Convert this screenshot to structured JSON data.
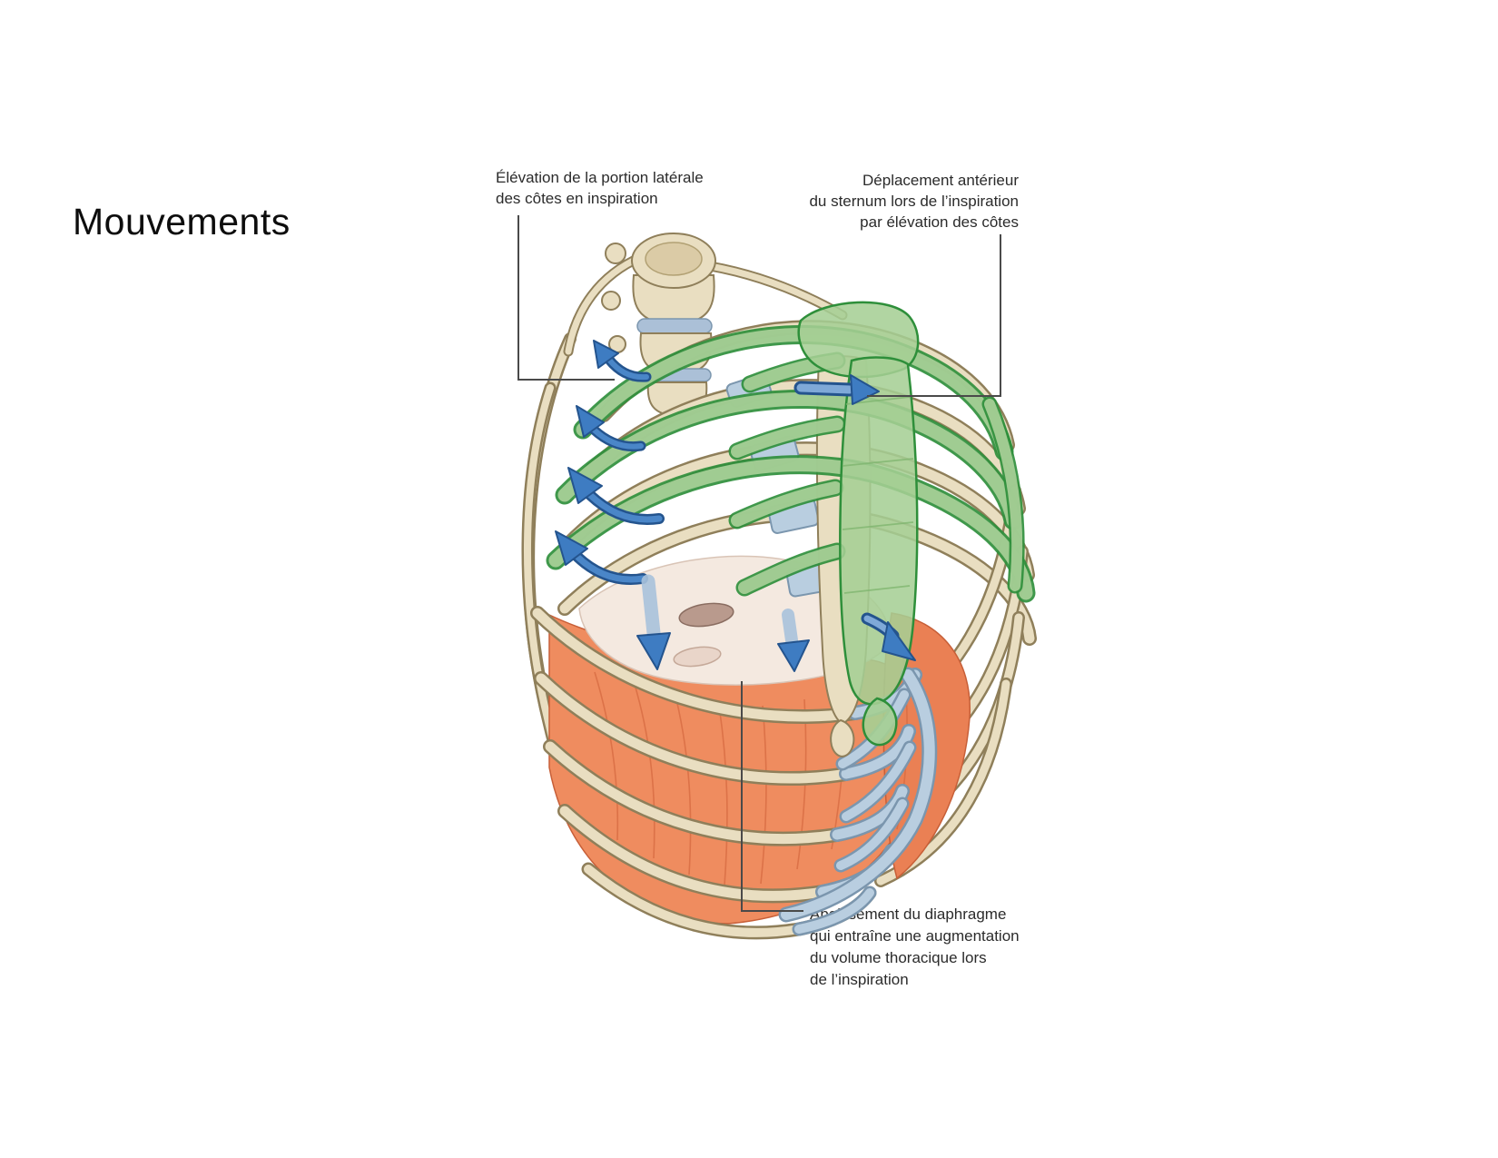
{
  "page": {
    "background": "#ffffff"
  },
  "title": "Mouvements",
  "labels": {
    "lateral_elevation": {
      "lines": [
        "Élévation de la portion latérale",
        "des côtes en inspiration"
      ]
    },
    "sternum_displacement": {
      "lines": [
        "Déplacement antérieur",
        "du sternum lors de l’inspiration",
        "par élévation des côtes"
      ]
    },
    "diaphragm_lowering": {
      "lines": [
        "Abaissement du diaphragme",
        "qui entraîne une augmentation",
        "du volume thoracique lors",
        "de l’inspiration"
      ]
    }
  },
  "illustration": {
    "subject": "rib cage movements during inspiration",
    "colors": {
      "bone": "#e9dec1",
      "bone_outline": "#8f7f5a",
      "elevated_green": "#aed39c",
      "green_outline": "#2f8f3c",
      "cartilage_blue": "#b9cee0",
      "cartilage_outline": "#7b96ae",
      "muscle_orange": "#ef8c5f",
      "muscle_stripe": "#d66a40",
      "diaphragm_pale": "#f4e9e0",
      "arrow_blue": "#3e7cc2",
      "label_text": "#2b2b2b",
      "callout_line": "#4a4a4a"
    },
    "arrows": [
      "rib-elevation-arrow-icon",
      "rib-elevation-arrow-icon",
      "rib-elevation-arrow-icon",
      "rib-elevation-arrow-icon",
      "sternum-anterior-arrow-icon",
      "diaphragm-descent-arrow-icon",
      "diaphragm-descent-arrow-icon",
      "costal-expansion-arrow-icon"
    ]
  }
}
